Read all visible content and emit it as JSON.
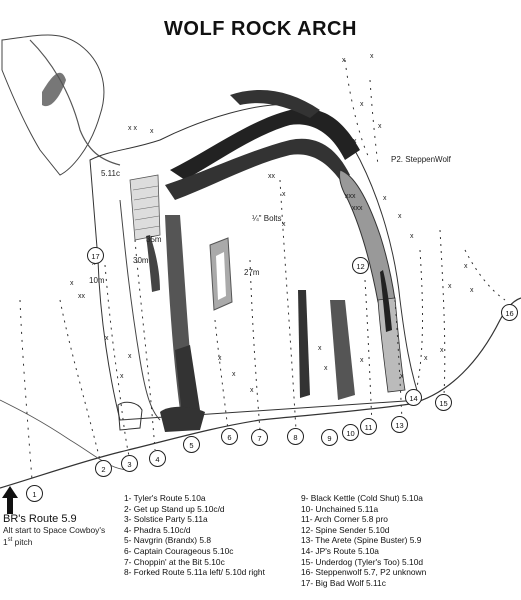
{
  "map": {
    "title": "WOLF ROCK ARCH",
    "labels": {
      "p2_steppenwolf": "P2. SteppenWolf",
      "bolts_quarter": "¼\" Bolts",
      "grade_5_11c": "5.11c",
      "length_35m": "35m",
      "length_30m": "30m",
      "length_27m": "27m",
      "length_10m": "10m"
    },
    "route_markers": [
      "1",
      "2",
      "3",
      "4",
      "5",
      "6",
      "7",
      "8",
      "9",
      "10",
      "11",
      "12",
      "13",
      "14",
      "15",
      "16",
      "17"
    ],
    "br_route": {
      "title": "BR's Route 5.9",
      "note_line1": "Alt start to Space Cowboy's",
      "note_line2_num": "1",
      "note_line2_sup": "st",
      "note_line2_rest": " pitch"
    },
    "legend_left": [
      "1- Tyler's Route 5.10a",
      "2- Get up Stand up 5.10c/d",
      "3- Solstice Party 5.11a",
      "4- Phadra 5.10c/d",
      "5- Navgrin (Brandx) 5.8",
      "6- Captain Courageous 5.10c",
      "7- Choppin' at the Bit 5.10c",
      "8- Forked Route 5.11a left/ 5.10d right"
    ],
    "legend_right": [
      "9- Black Kettle (Cold Shut) 5.10a",
      "10- Unchained 5.11a",
      "11- Arch Corner 5.8 pro",
      "12- Spine Sender 5.10d",
      "13- The Arete (Spine Buster) 5.9",
      "14- JP's Route 5.10a",
      "15- Underdog (Tyler's Too) 5.10d",
      "16- Steppenwolf 5.7, P2 unknown",
      "17- Big Bad Wolf 5.11c"
    ]
  }
}
